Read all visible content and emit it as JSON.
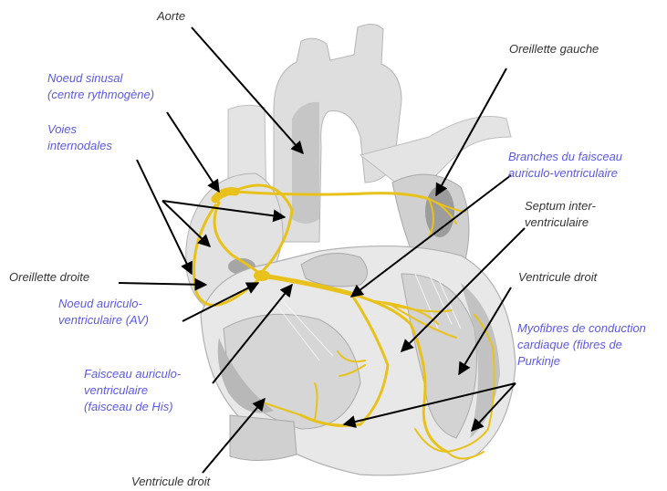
{
  "labels": {
    "aorte": "Aorte",
    "oreillette_gauche": "Oreillette gauche",
    "noeud_sinusal_1": "Noeud sinusal",
    "noeud_sinusal_2": "(centre rythmogène)",
    "voies_1": "Voies",
    "voies_2": "internodales",
    "branches_1": "Branches du faisceau",
    "branches_2": "auriculo-ventriculaire",
    "septum_1": "Septum inter-",
    "septum_2": "ventriculaire",
    "oreillette_droite": "Oreillette droite",
    "ventricule_droit_right": "Ventricule droit",
    "noeud_av_1": "Noeud auriculo-",
    "noeud_av_2": "ventriculaire (AV)",
    "myofibres_1": "Myofibres de conduction",
    "myofibres_2": "cardiaque (fibres de",
    "myofibres_3": "Purkinje",
    "faisceau_1": "Faisceau auriculo-",
    "faisceau_2": "ventriculaire",
    "faisceau_3": "(faisceau de His)",
    "ventricule_droit_bottom": "Ventricule droit"
  },
  "colors": {
    "blue_label": "#5a5ae0",
    "dark_label": "#333333",
    "conduction": "#e8c21a",
    "heart_light": "#e6e6e6",
    "heart_mid": "#c4c4c4",
    "heart_dark": "#9a9a9a"
  }
}
